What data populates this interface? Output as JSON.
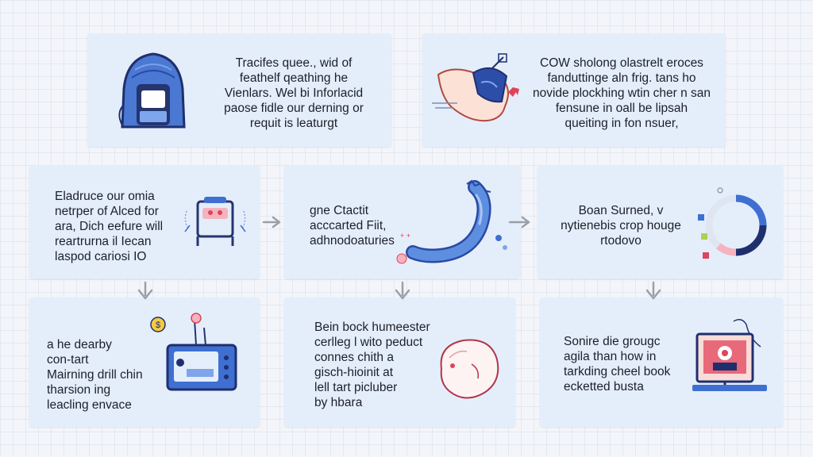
{
  "colors": {
    "card_bg": "#e4eefb",
    "accent_blue": "#3f6fd1",
    "dark_navy": "#1f2f6e",
    "accent_red": "#e0435a",
    "accent_pink": "#f4b4bf",
    "arrow_gray": "#9aa0aa"
  },
  "cards": {
    "c1": {
      "lines": [
        "Tracifes quee., wid of",
        "feathelf qeathing he",
        "Vienlars. Wel bi Inforlacid",
        "paose fidle our derning or",
        "requit is leaturgt"
      ],
      "icon": "blue-hood-figure-icon"
    },
    "c2": {
      "lines": [
        "COW sholong olastrelt eroces",
        "fanduttinge aln frig. tans ho",
        "novide plockhing wtin cher n san",
        "fensune in oall be lipsah",
        "queiting in fon nsuer,"
      ],
      "icon": "pointing-hand-icon"
    },
    "c3": {
      "lines": [
        "Eladruce our omia",
        "netrper of Alced for",
        "ara, Dich eefure will",
        "reartrurna il Iecan",
        "laspod cariosi IO"
      ],
      "icon": "robot-cart-icon"
    },
    "c4": {
      "lines": [
        "gne Ctactit",
        "acccarted Fiit,",
        "adhnodoaturies"
      ],
      "icon": "blue-tube-icon"
    },
    "c5": {
      "lines": [
        "Boan Surned, v",
        "nytienebis crop houge",
        "rtodovo"
      ],
      "icon": "donut-ring-icon"
    },
    "c6": {
      "lines": [
        "a he dearby",
        "con-tart",
        "Mairning drill chin",
        "tharsion ing",
        "leacling envace"
      ],
      "icon": "radio-device-icon"
    },
    "c7": {
      "lines": [
        "Bein bock humeester",
        "cerlleg l wito peduct",
        "connes chith a",
        "gisch-hioinit at",
        "lell tart picluber",
        "by hbara"
      ],
      "icon": "round-blob-icon"
    },
    "c8": {
      "lines": [
        "Sonire die grougc",
        "agila than how in",
        "tarkding cheel book",
        "ecketted busta"
      ],
      "icon": "monitor-icon"
    }
  }
}
